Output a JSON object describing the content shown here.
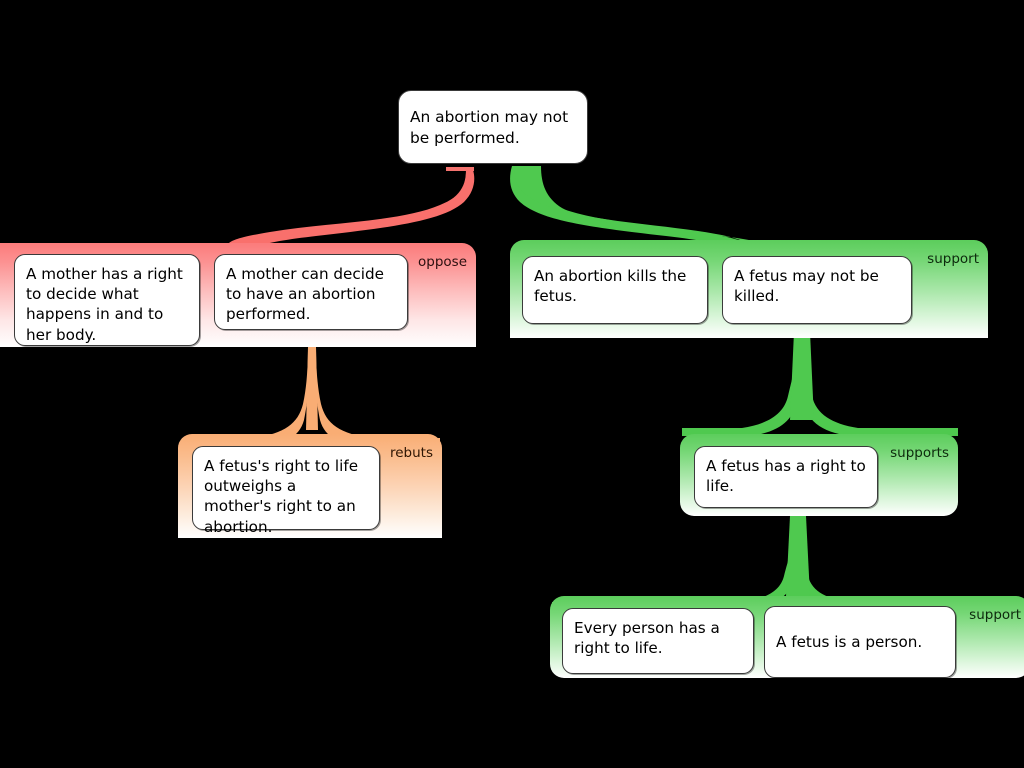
{
  "diagram": {
    "type": "argument-map",
    "title_node": "An abortion may not be performed.",
    "colors": {
      "oppose": "#fb7b7b",
      "support": "#5ccd5c",
      "rebuts": "#f9ad74",
      "card_background": "#ffffff",
      "card_border": "#3a3a3a",
      "canvas_background": "#000000"
    }
  },
  "root": {
    "text": "An abortion may not be performed."
  },
  "groups": {
    "oppose": {
      "label": "oppose",
      "relation": "oppose",
      "cards": [
        {
          "text": "A mother has a right to decide what happens in and to her body."
        },
        {
          "text": "A mother can decide to have an abortion performed."
        }
      ]
    },
    "support_top": {
      "label": "support",
      "relation": "support",
      "cards": [
        {
          "text": "An abortion kills the fetus."
        },
        {
          "text": "A fetus may not be killed."
        }
      ]
    },
    "rebuts": {
      "label": "rebuts",
      "relation": "rebuts",
      "cards": [
        {
          "text": "A fetus's right to life outweighs a mother's right to an abortion."
        }
      ]
    },
    "supports": {
      "label": "supports",
      "relation": "supports",
      "cards": [
        {
          "text": "A fetus has a right to life."
        }
      ]
    },
    "support_bottom": {
      "label": "support",
      "relation": "support",
      "cards": [
        {
          "text": "Every person has a right to life."
        },
        {
          "text": "A fetus is a person."
        }
      ]
    }
  }
}
